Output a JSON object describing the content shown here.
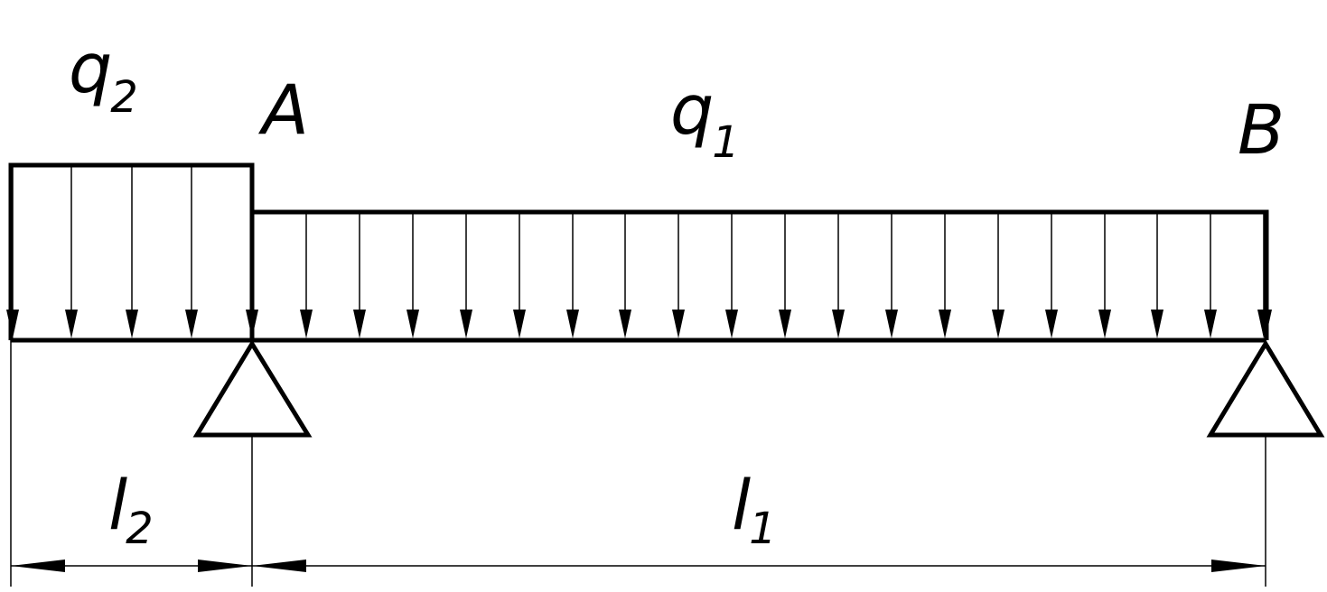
{
  "labels": {
    "q2": {
      "main": "q",
      "sub": "2"
    },
    "q1": {
      "main": "q",
      "sub": "1"
    },
    "l2": {
      "main": "l",
      "sub": "2"
    },
    "l1": {
      "main": "l",
      "sub": "1"
    },
    "support_a": "A",
    "support_b": "B"
  },
  "style": {
    "stroke": "#000000",
    "background": "#ffffff"
  }
}
